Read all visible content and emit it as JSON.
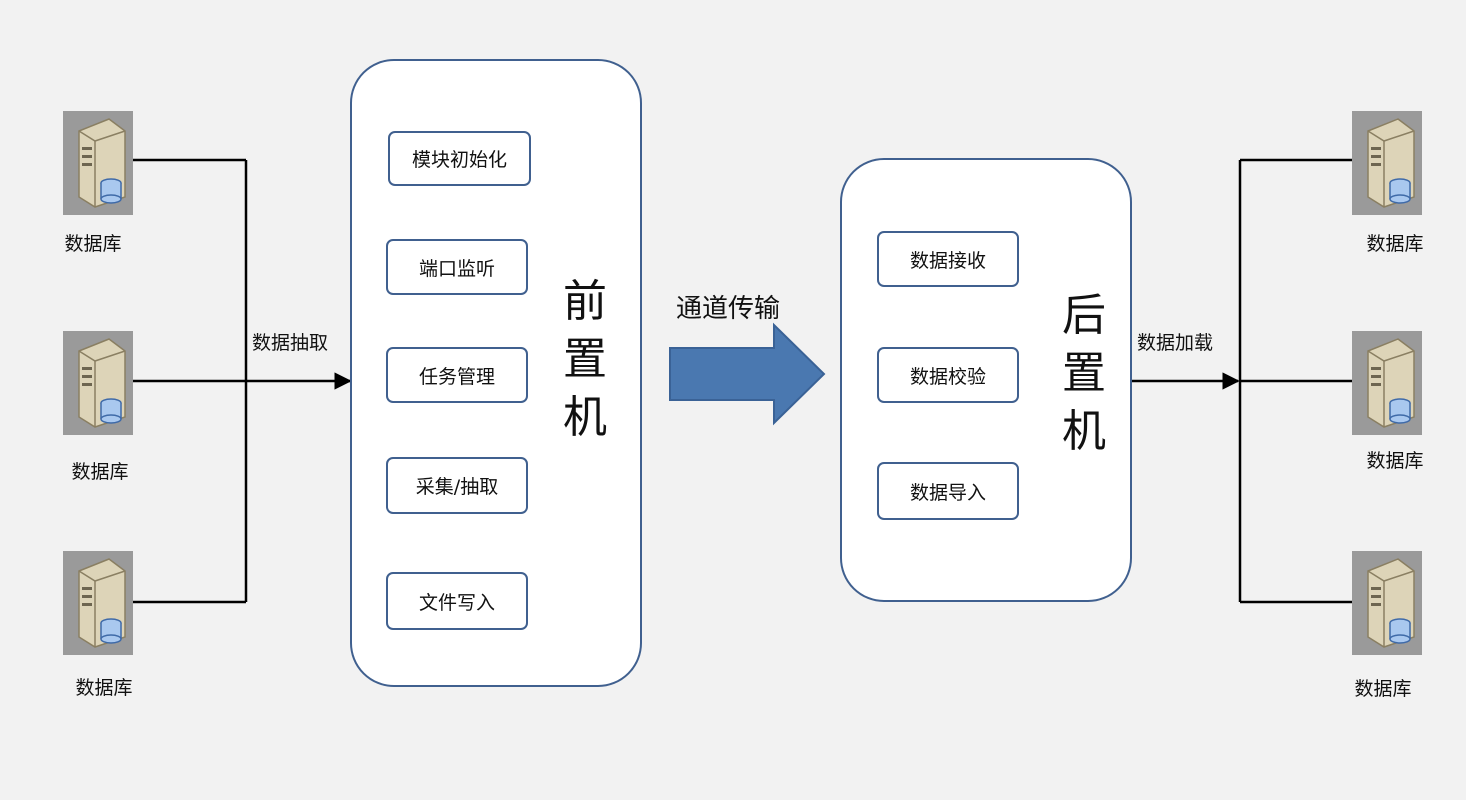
{
  "colors": {
    "accent": "#40608f",
    "arrow_fill": "#4a78b0",
    "line": "#000000",
    "background": "#f2f2f2"
  },
  "sources": {
    "icon": "database-server-icon",
    "items": [
      {
        "label": "数据库"
      },
      {
        "label": "数据库"
      },
      {
        "label": "数据库"
      }
    ],
    "edge_label": "数据抽取"
  },
  "front_machine": {
    "title": "前\n置\n机",
    "steps": [
      {
        "label": "模块初始化"
      },
      {
        "label": "端口监听"
      },
      {
        "label": "任务管理"
      },
      {
        "label": "采集/抽取"
      },
      {
        "label": "文件写入"
      }
    ]
  },
  "channel": {
    "label": "通道传输"
  },
  "back_machine": {
    "title": "后\n置\n机",
    "steps": [
      {
        "label": "数据接收"
      },
      {
        "label": "数据校验"
      },
      {
        "label": "数据导入"
      }
    ]
  },
  "targets": {
    "icon": "database-server-icon",
    "items": [
      {
        "label": "数据库"
      },
      {
        "label": "数据库"
      },
      {
        "label": "数据库"
      }
    ],
    "edge_label": "数据加载"
  }
}
